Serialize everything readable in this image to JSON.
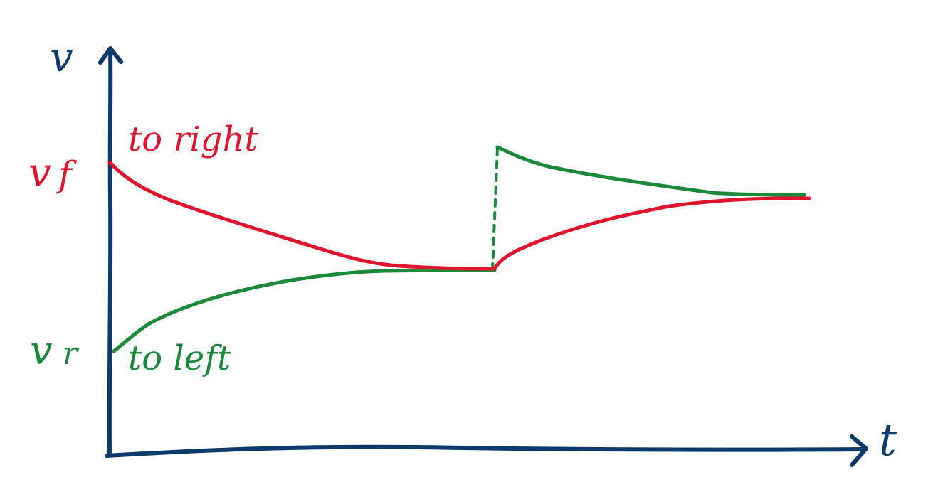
{
  "colors": {
    "axis": "#0b3a6b",
    "upper_curve": "#e0142d",
    "lower_curve": "#1a8a3a"
  },
  "axes": {
    "y_label": "v",
    "x_label": "t"
  },
  "labels": {
    "vf_main": "v",
    "vf_sub": "f",
    "vr_main": "v",
    "vr_sub": "r",
    "to_right": "to right",
    "to_left": "to left"
  }
}
